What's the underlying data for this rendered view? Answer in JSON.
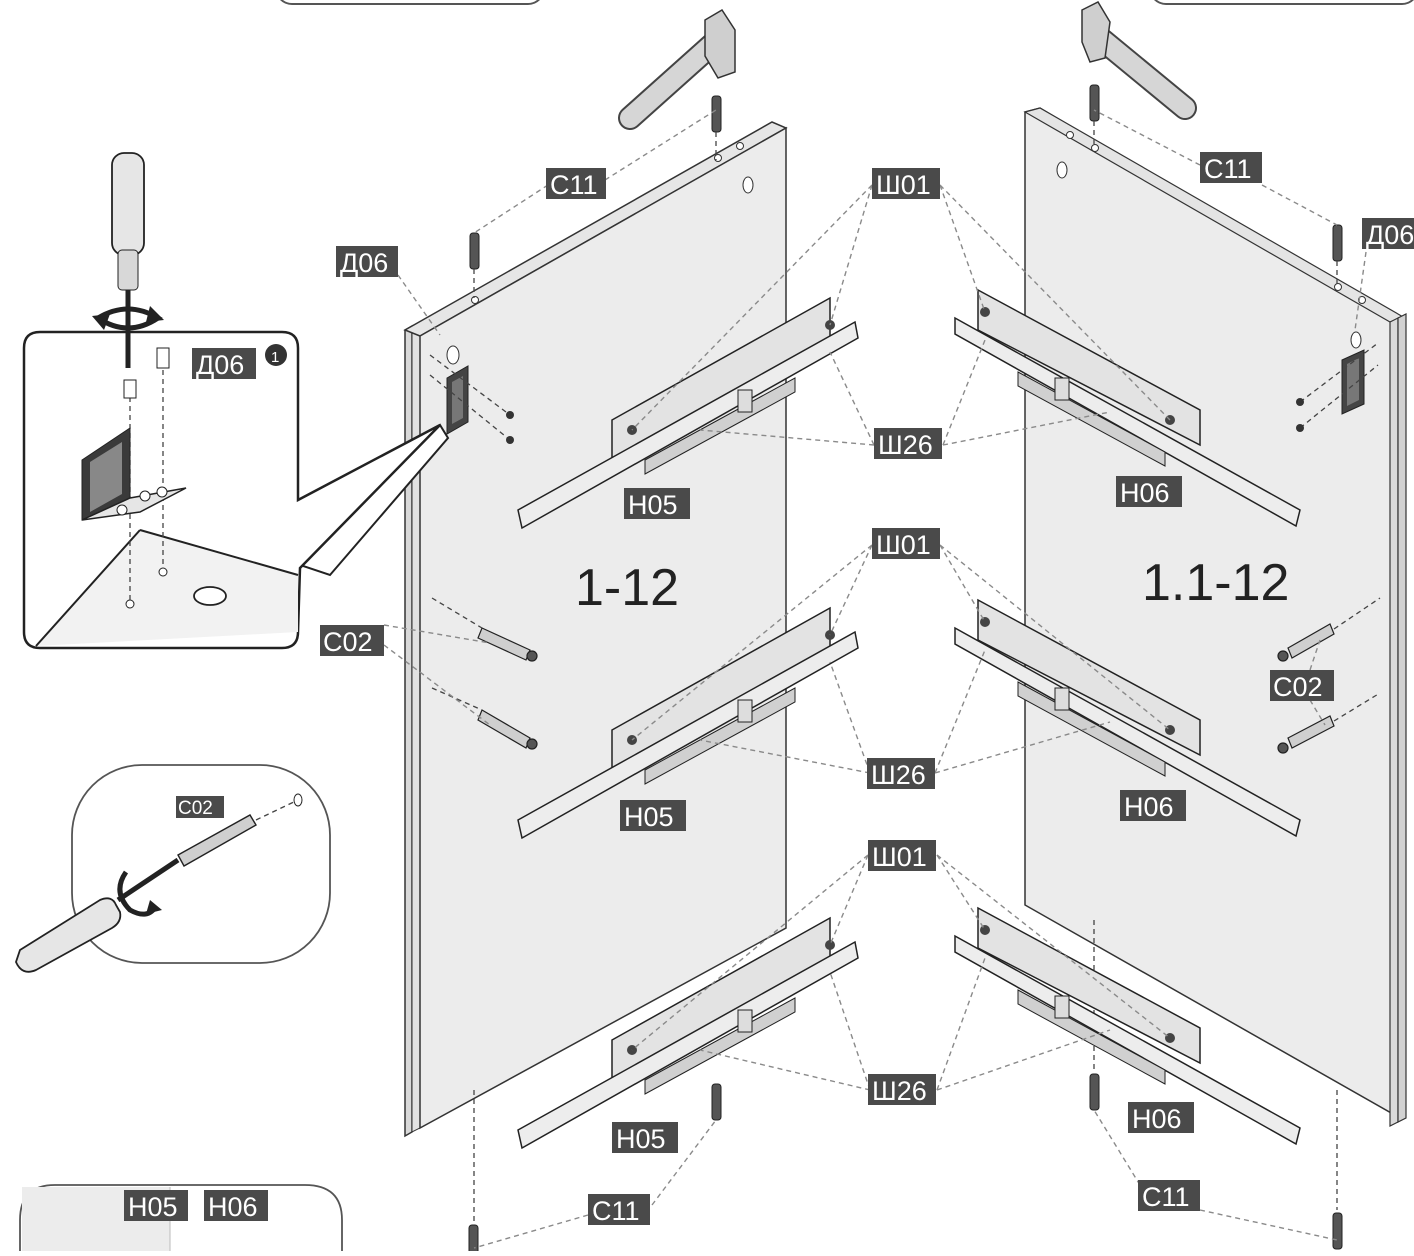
{
  "panels": {
    "left_number": "1-12",
    "right_number": "1.1-12"
  },
  "labels": {
    "c11": "C11",
    "d06": "Д06",
    "sh01": "Ш01",
    "sh26": "Ш26",
    "h05": "H05",
    "h06": "H06",
    "c02": "C02"
  },
  "detail_step": "1",
  "colors": {
    "label_bg": "#4a4a4a",
    "panel_face": "#ececec",
    "panel_edge": "#d0d0d0",
    "line": "#222222"
  },
  "icons": [
    "hammer-icon",
    "screwdriver-icon",
    "rotate-arrow-icon",
    "drawer-runner-icon",
    "dowel-icon",
    "cam-bolt-icon",
    "bracket-icon"
  ]
}
